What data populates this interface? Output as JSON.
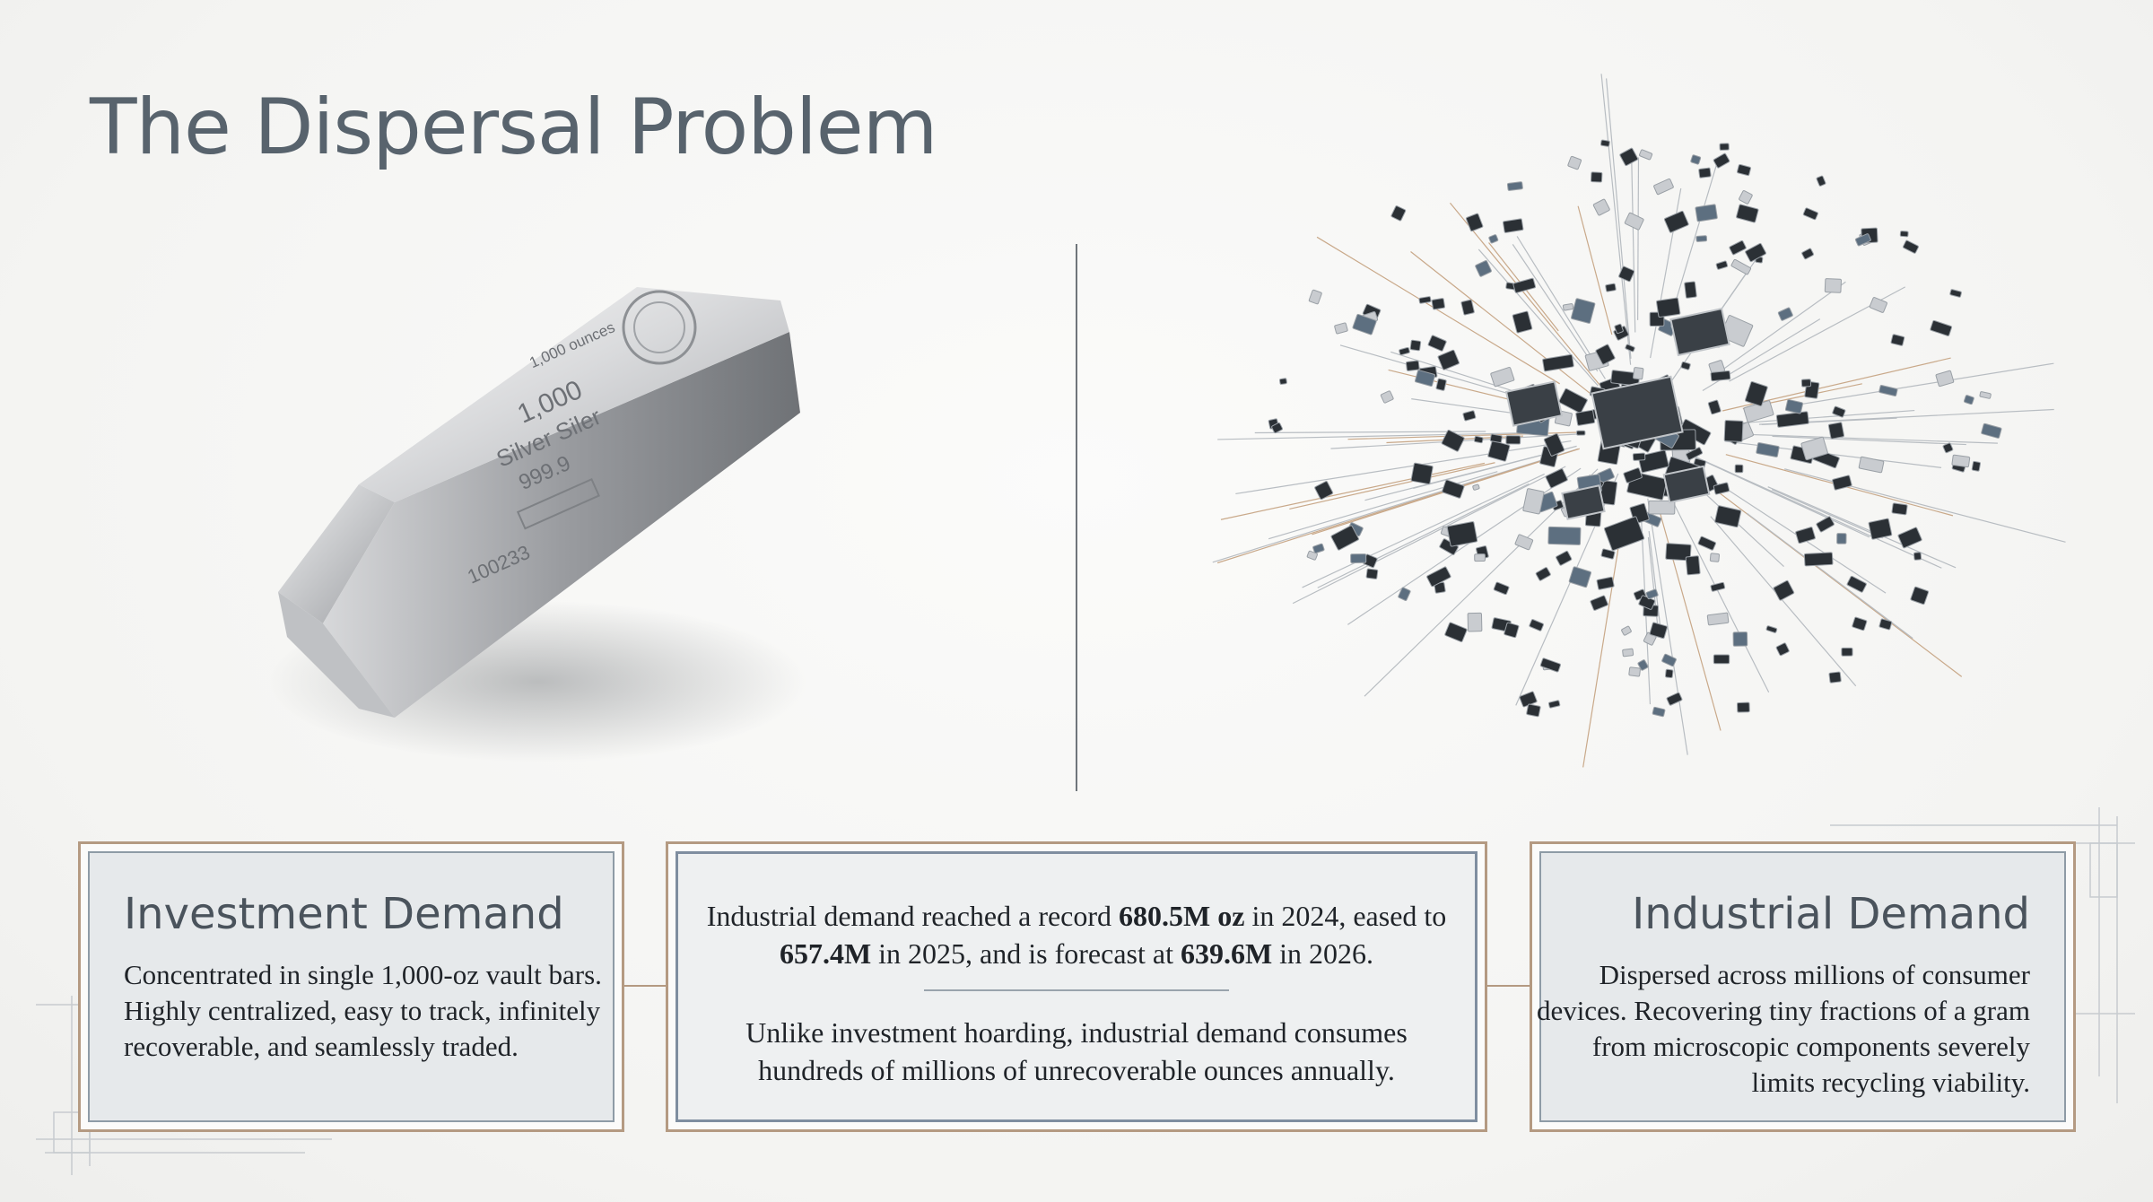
{
  "title": "The Dispersal Problem",
  "bar": {
    "weight_text": "1,000 ounces",
    "amount": "1,000",
    "metal": "Silver Siler",
    "purity": "999.9",
    "serial": "100233"
  },
  "cards": {
    "investment": {
      "heading": "Investment Demand",
      "body": "Concentrated in single 1,000-oz vault bars. Highly centralized, easy to track, infinitely recoverable, and seamlessly traded."
    },
    "center": {
      "p1_a": "Industrial demand reached a record ",
      "p1_b": "680.5M oz",
      "p1_c": " in 2024, eased to ",
      "p1_d": "657.4M",
      "p1_e": " in 2025, and is forecast at ",
      "p1_f": "639.6M",
      "p1_g": " in 2026.",
      "p2": "Unlike investment hoarding, industrial demand consumes hundreds of millions of unrecoverable ounces annually."
    },
    "industrial": {
      "heading": "Industrial Demand",
      "body": "Dispersed across millions of consumer devices. Recovering tiny fractions of a gram from microscopic components severely limits recycling viability."
    }
  },
  "colors": {
    "title": "#58636d",
    "frame": "#b49a82",
    "card_fill": "#e6e9eb",
    "chip": "#2b3035"
  }
}
